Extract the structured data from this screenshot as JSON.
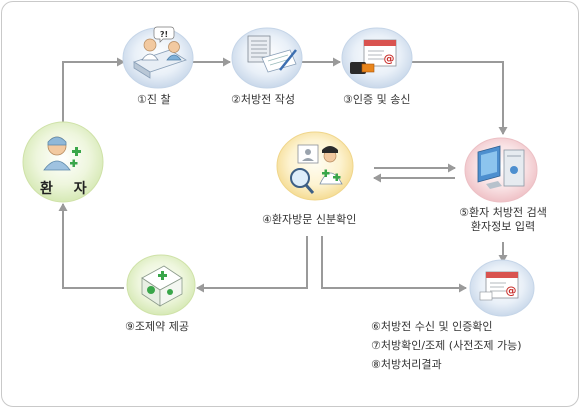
{
  "patient": {
    "label": "환 자"
  },
  "steps": {
    "s1": "①진 찰",
    "s2": "②처방전 작성",
    "s3": "③인증 및 송신",
    "s4": "④환자방문 신분확인",
    "s5_line1": "⑤환자 처방전 검색",
    "s5_line2": "환자정보 입력",
    "s6": "⑥처방전 수신 및 인증확인",
    "s7": "⑦처방확인/조제 (사전조제 가능)",
    "s8": "⑧처방처리결과",
    "s9": "⑨조제약 제공"
  },
  "icons": {
    "s1": "doctor-consultation-icon",
    "s2": "prescription-writing-icon",
    "s3": "certificate-send-icon",
    "s4": "identity-check-icon",
    "s5": "pharmacy-computer-icon",
    "s6": "prescription-receive-icon",
    "s9": "medicine-box-icon",
    "patient": "patient-icon"
  },
  "colors": {
    "arrow": "#9a9a9a",
    "green_halo": "#e2efc8",
    "blue_halo": "#dbe6f2",
    "yellow_halo": "#fcefc6",
    "pink_halo": "#f6d6d9"
  }
}
